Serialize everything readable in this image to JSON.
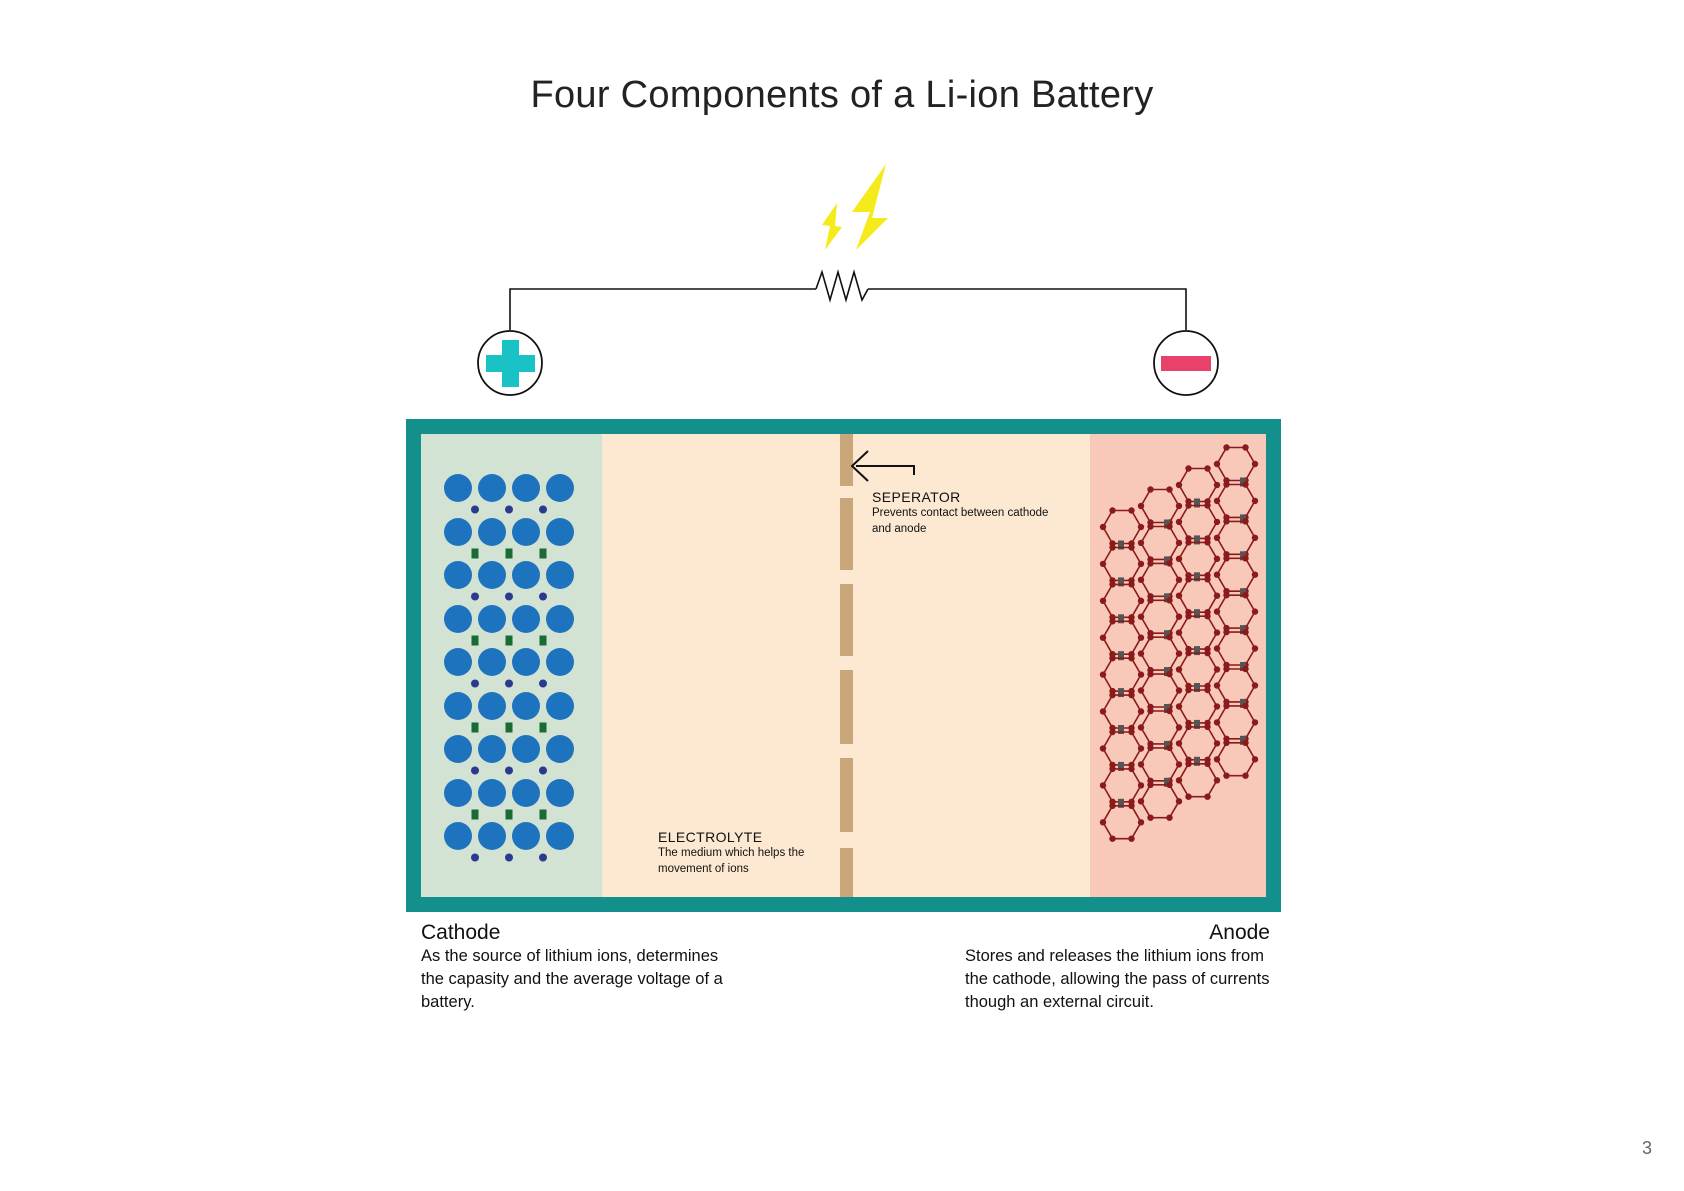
{
  "title": "Four Components of a Li-ion Battery",
  "separator": {
    "heading": "SEPERATOR",
    "description_lines": [
      "Prevents contact between cathode",
      "and anode"
    ]
  },
  "electrolyte": {
    "heading": "ELECTROLYTE",
    "description_lines": [
      "The medium which helps the",
      "movement of ions"
    ]
  },
  "cathode": {
    "title": "Cathode",
    "description_lines": [
      "As the source of lithium ions, determines",
      "the capasity and the average voltage of a",
      "battery."
    ]
  },
  "anode": {
    "title": "Anode",
    "description_lines": [
      "Stores and releases the lithium ions from",
      "the cathode, allowing the pass of currents",
      "though an external circuit."
    ]
  },
  "page_number": "3",
  "icons": {
    "positive_terminal": "plus-icon",
    "negative_terminal": "minus-icon",
    "electricity": "lightning-bolt-icon",
    "load": "resistor-icon",
    "direction": "arrow-left-icon"
  },
  "colors": {
    "casing": "#138f8c",
    "cathode_region": "#d2e2d3",
    "electrolyte_region": "#fde9d2",
    "anode_region": "#f8c8b9",
    "separator": "#c9a77a",
    "cathode_atom": "#1e73be",
    "cathode_small_atom": "#2b3a8f",
    "cathode_ion": "#1a6b33",
    "anode_lattice": "#8b1a1a",
    "anode_ion": "#555555",
    "plus": "#19c2c4",
    "minus": "#e8416a",
    "bolt": "#f5ea1a"
  }
}
